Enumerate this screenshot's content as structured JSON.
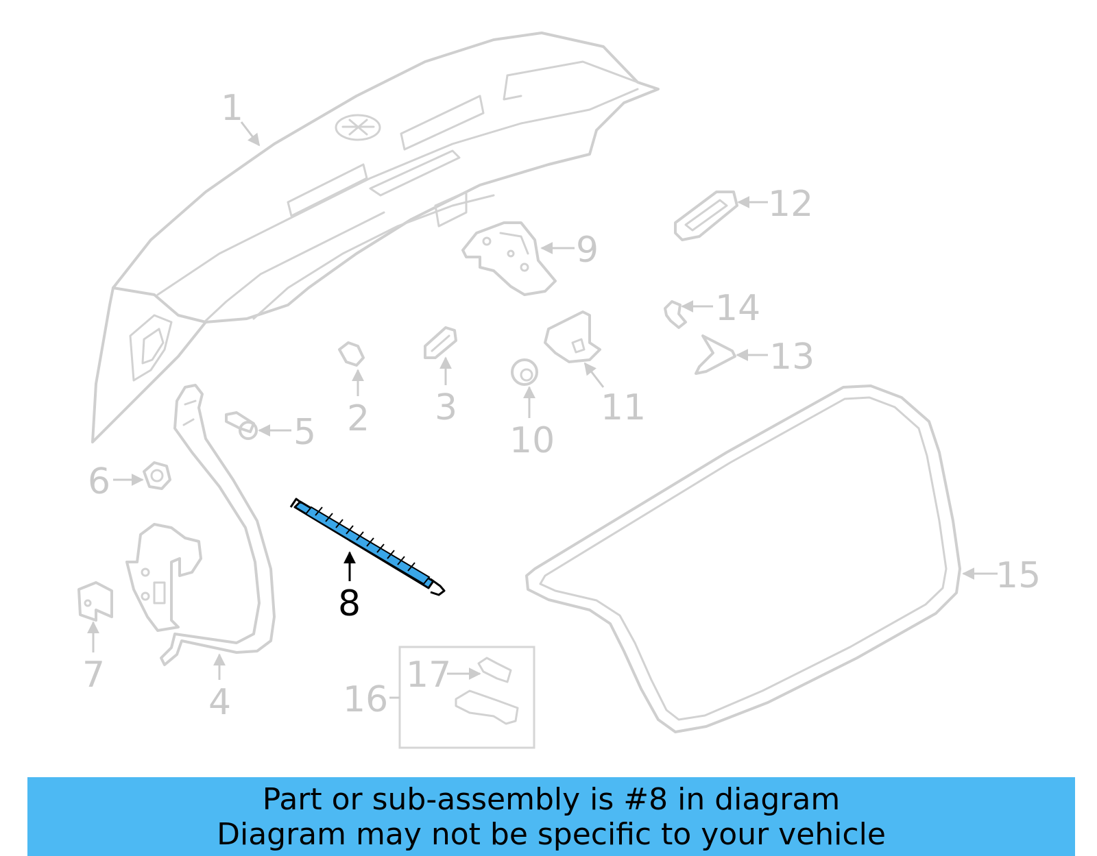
{
  "colors": {
    "banner_background": "#4db9f3",
    "highlight_part": "#3aa6e8",
    "inactive_part": "#cfcfcf",
    "inactive_label": "#c9c9c9",
    "active_label": "#000000"
  },
  "callouts": {
    "c1": "1",
    "c2": "2",
    "c3": "3",
    "c4": "4",
    "c5": "5",
    "c6": "6",
    "c7": "7",
    "c8": "8",
    "c9": "9",
    "c10": "10",
    "c11": "11",
    "c12": "12",
    "c13": "13",
    "c14": "14",
    "c15": "15",
    "c16": "16",
    "c17": "17"
  },
  "highlighted_callout": "8",
  "banner": {
    "line1": "Part or sub-assembly is #8 in diagram",
    "line2": "Diagram may not be specific to your vehicle"
  }
}
